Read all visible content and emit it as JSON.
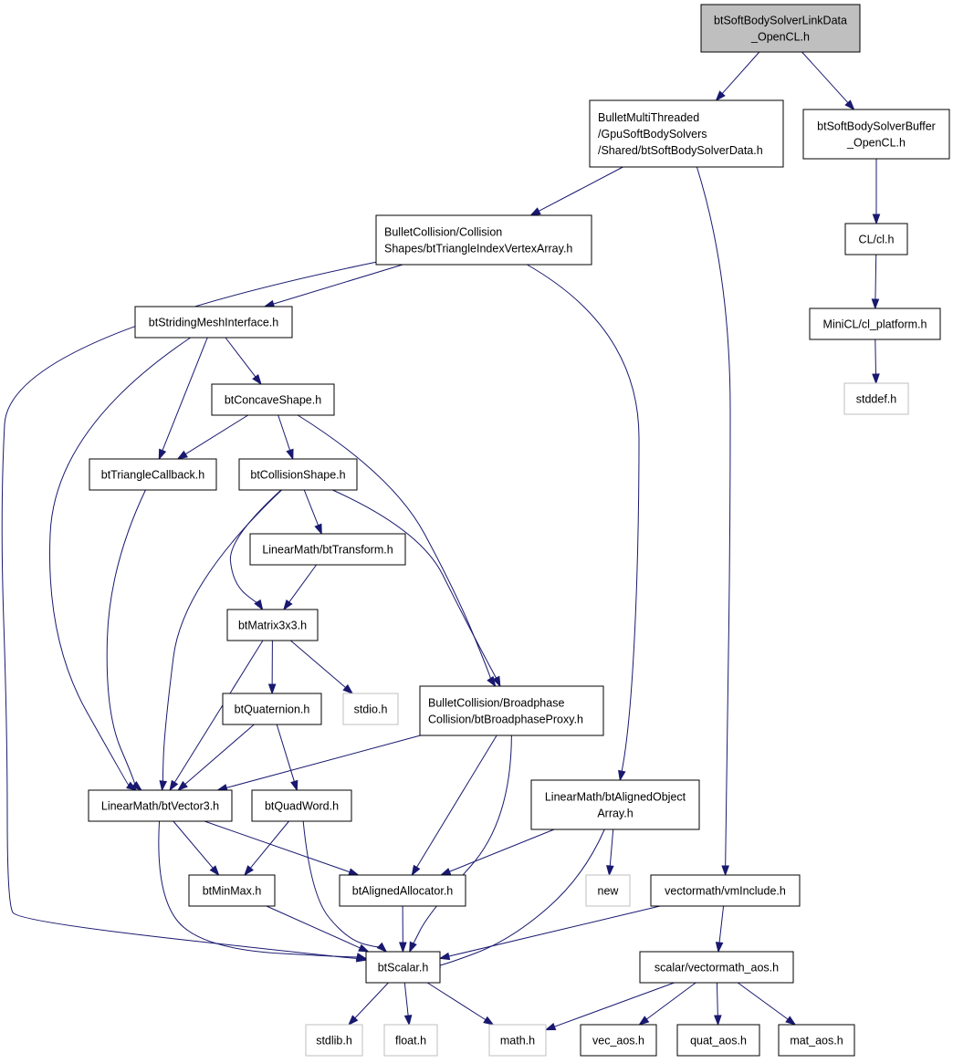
{
  "nodes": {
    "link_data": {
      "label": [
        "btSoftBodySolverLinkData",
        "_OpenCL.h"
      ]
    },
    "solver_data": {
      "label": [
        "BulletMultiThreaded",
        "/GpuSoftBodySolvers",
        "/Shared/btSoftBodySolverData.h"
      ]
    },
    "solver_buffer": {
      "label": [
        "btSoftBodySolverBuffer",
        "_OpenCL.h"
      ]
    },
    "cl": {
      "label": [
        "CL/cl.h"
      ]
    },
    "cl_platform": {
      "label": [
        "MiniCL/cl_platform.h"
      ]
    },
    "stddef": {
      "label": [
        "stddef.h"
      ]
    },
    "tri_index_vertex": {
      "label": [
        "BulletCollision/Collision",
        "Shapes/btTriangleIndexVertexArray.h"
      ]
    },
    "striding_mesh": {
      "label": [
        "btStridingMeshInterface.h"
      ]
    },
    "concave": {
      "label": [
        "btConcaveShape.h"
      ]
    },
    "tri_callback": {
      "label": [
        "btTriangleCallback.h"
      ]
    },
    "collision_shape": {
      "label": [
        "btCollisionShape.h"
      ]
    },
    "transform": {
      "label": [
        "LinearMath/btTransform.h"
      ]
    },
    "matrix": {
      "label": [
        "btMatrix3x3.h"
      ]
    },
    "quaternion": {
      "label": [
        "btQuaternion.h"
      ]
    },
    "stdio": {
      "label": [
        "stdio.h"
      ]
    },
    "broadphase": {
      "label": [
        "BulletCollision/Broadphase",
        "Collision/btBroadphaseProxy.h"
      ]
    },
    "vector3": {
      "label": [
        "LinearMath/btVector3.h"
      ]
    },
    "quadword": {
      "label": [
        "btQuadWord.h"
      ]
    },
    "aligned_array": {
      "label": [
        "LinearMath/btAlignedObject",
        "Array.h"
      ]
    },
    "minmax": {
      "label": [
        "btMinMax.h"
      ]
    },
    "aligned_alloc": {
      "label": [
        "btAlignedAllocator.h"
      ]
    },
    "new": {
      "label": [
        "new"
      ]
    },
    "vminclude": {
      "label": [
        "vectormath/vmInclude.h"
      ]
    },
    "scalar": {
      "label": [
        "btScalar.h"
      ]
    },
    "vm_aos": {
      "label": [
        "scalar/vectormath_aos.h"
      ]
    },
    "stdlib": {
      "label": [
        "stdlib.h"
      ]
    },
    "float": {
      "label": [
        "float.h"
      ]
    },
    "math": {
      "label": [
        "math.h"
      ]
    },
    "vec_aos": {
      "label": [
        "vec_aos.h"
      ]
    },
    "quat_aos": {
      "label": [
        "quat_aos.h"
      ]
    },
    "mat_aos": {
      "label": [
        "mat_aos.h"
      ]
    }
  },
  "edges": [
    [
      "link_data",
      "solver_data"
    ],
    [
      "link_data",
      "solver_buffer"
    ],
    [
      "solver_buffer",
      "cl"
    ],
    [
      "cl",
      "cl_platform"
    ],
    [
      "cl_platform",
      "stddef"
    ],
    [
      "solver_data",
      "tri_index_vertex"
    ],
    [
      "solver_data",
      "vminclude"
    ],
    [
      "tri_index_vertex",
      "striding_mesh"
    ],
    [
      "tri_index_vertex",
      "scalar"
    ],
    [
      "tri_index_vertex",
      "aligned_array"
    ],
    [
      "striding_mesh",
      "concave"
    ],
    [
      "striding_mesh",
      "tri_callback"
    ],
    [
      "striding_mesh",
      "vector3"
    ],
    [
      "concave",
      "tri_callback"
    ],
    [
      "concave",
      "collision_shape"
    ],
    [
      "concave",
      "broadphase"
    ],
    [
      "tri_callback",
      "vector3"
    ],
    [
      "collision_shape",
      "transform"
    ],
    [
      "collision_shape",
      "matrix"
    ],
    [
      "collision_shape",
      "vector3"
    ],
    [
      "collision_shape",
      "broadphase"
    ],
    [
      "transform",
      "matrix"
    ],
    [
      "matrix",
      "quaternion"
    ],
    [
      "matrix",
      "stdio"
    ],
    [
      "matrix",
      "vector3"
    ],
    [
      "quaternion",
      "vector3"
    ],
    [
      "quaternion",
      "quadword"
    ],
    [
      "broadphase",
      "vector3"
    ],
    [
      "broadphase",
      "aligned_alloc"
    ],
    [
      "broadphase",
      "scalar"
    ],
    [
      "vector3",
      "minmax"
    ],
    [
      "vector3",
      "aligned_alloc"
    ],
    [
      "vector3",
      "scalar"
    ],
    [
      "quadword",
      "minmax"
    ],
    [
      "quadword",
      "scalar"
    ],
    [
      "aligned_array",
      "aligned_alloc"
    ],
    [
      "aligned_array",
      "new"
    ],
    [
      "aligned_array",
      "scalar"
    ],
    [
      "minmax",
      "scalar"
    ],
    [
      "aligned_alloc",
      "scalar"
    ],
    [
      "vminclude",
      "scalar"
    ],
    [
      "vminclude",
      "vm_aos"
    ],
    [
      "scalar",
      "stdlib"
    ],
    [
      "scalar",
      "float"
    ],
    [
      "scalar",
      "math"
    ],
    [
      "vm_aos",
      "math"
    ],
    [
      "vm_aos",
      "vec_aos"
    ],
    [
      "vm_aos",
      "quat_aos"
    ],
    [
      "vm_aos",
      "mat_aos"
    ]
  ]
}
